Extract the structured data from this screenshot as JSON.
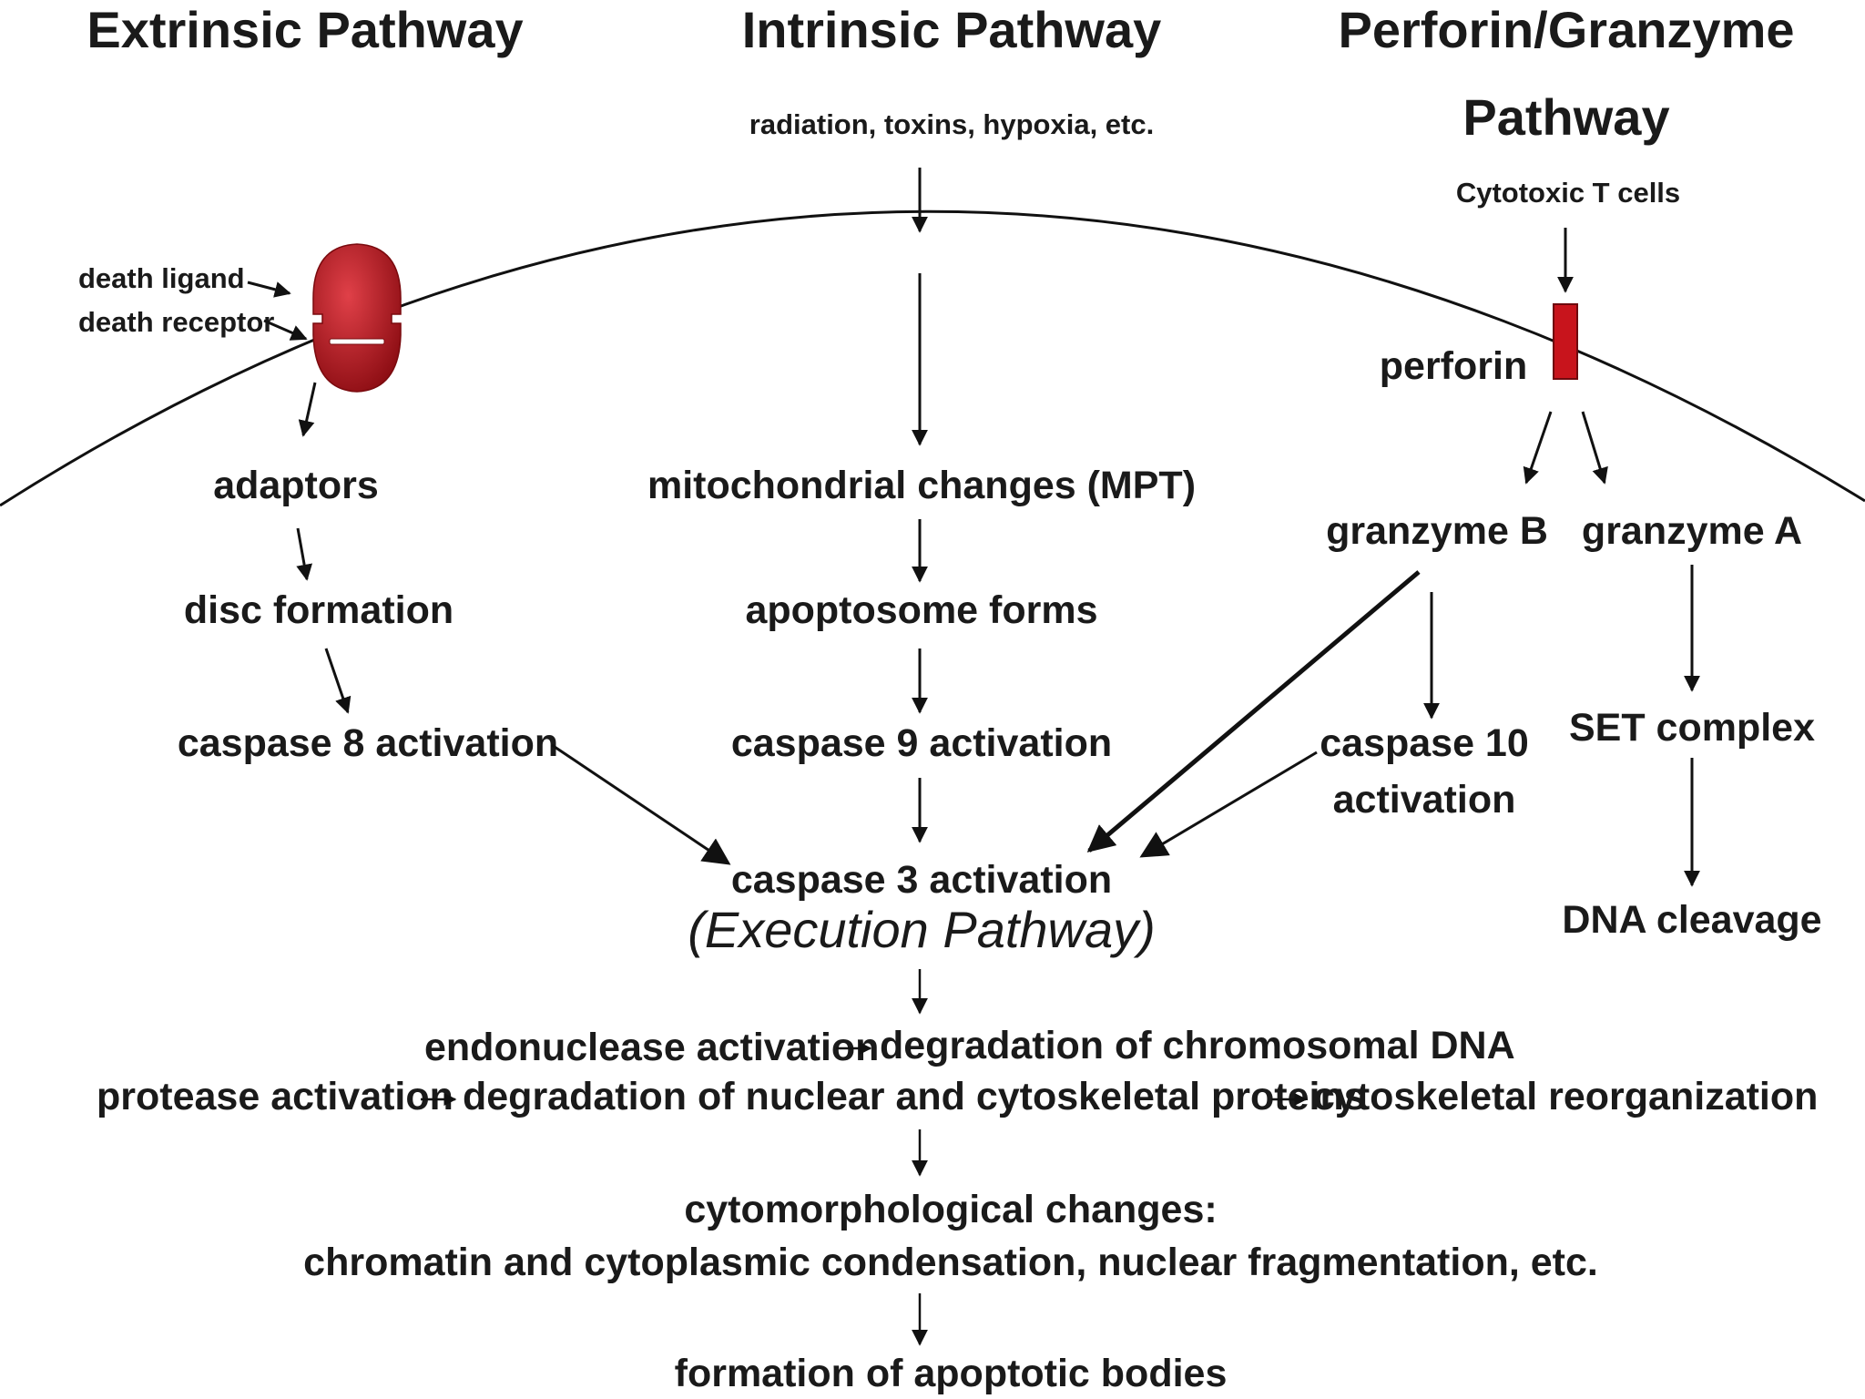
{
  "headings": {
    "extrinsic": "Extrinsic Pathway",
    "intrinsic": "Intrinsic Pathway",
    "perforin_line1": "Perforin/Granzyme",
    "perforin_line2": "Pathway"
  },
  "extrinsic": {
    "death_ligand": "death ligand",
    "death_receptor": "death receptor",
    "adaptors": "adaptors",
    "disc_formation": "disc formation",
    "caspase8": "caspase 8 activation"
  },
  "intrinsic": {
    "trigger": "radiation, toxins, hypoxia, etc.",
    "mitochondrial": "mitochondrial changes (MPT)",
    "apoptosome": "apoptosome forms",
    "caspase9": "caspase 9 activation"
  },
  "perforin": {
    "cytotoxic": "Cytotoxic T cells",
    "perforin": "perforin",
    "granzyme_b": "granzyme B",
    "granzyme_a": "granzyme A",
    "caspase10_line1": "caspase 10",
    "caspase10_line2": "activation",
    "set_complex": "SET complex",
    "dna_cleavage": "DNA cleavage"
  },
  "execution": {
    "caspase3": "caspase 3 activation",
    "execution_pathway": "(Execution Pathway)",
    "endonuclease": "endonuclease activation",
    "degradation_dna": "degradation of chromosomal DNA",
    "protease": "protease activation",
    "degradation_proteins": "degradation of nuclear and cytoskeletal proteins",
    "cytoskeletal": "cytoskeletal reorganization",
    "cytomorph_title": "cytomorphological changes:",
    "cytomorph_detail": "chromatin and cytoplasmic condensation, nuclear fragmentation, etc.",
    "apoptotic_bodies": "formation of apoptotic bodies"
  },
  "colors": {
    "receptor_red": "#b5141c",
    "perforin_red": "#c8141c",
    "membrane": "#111111",
    "text": "#1a1a1a"
  }
}
